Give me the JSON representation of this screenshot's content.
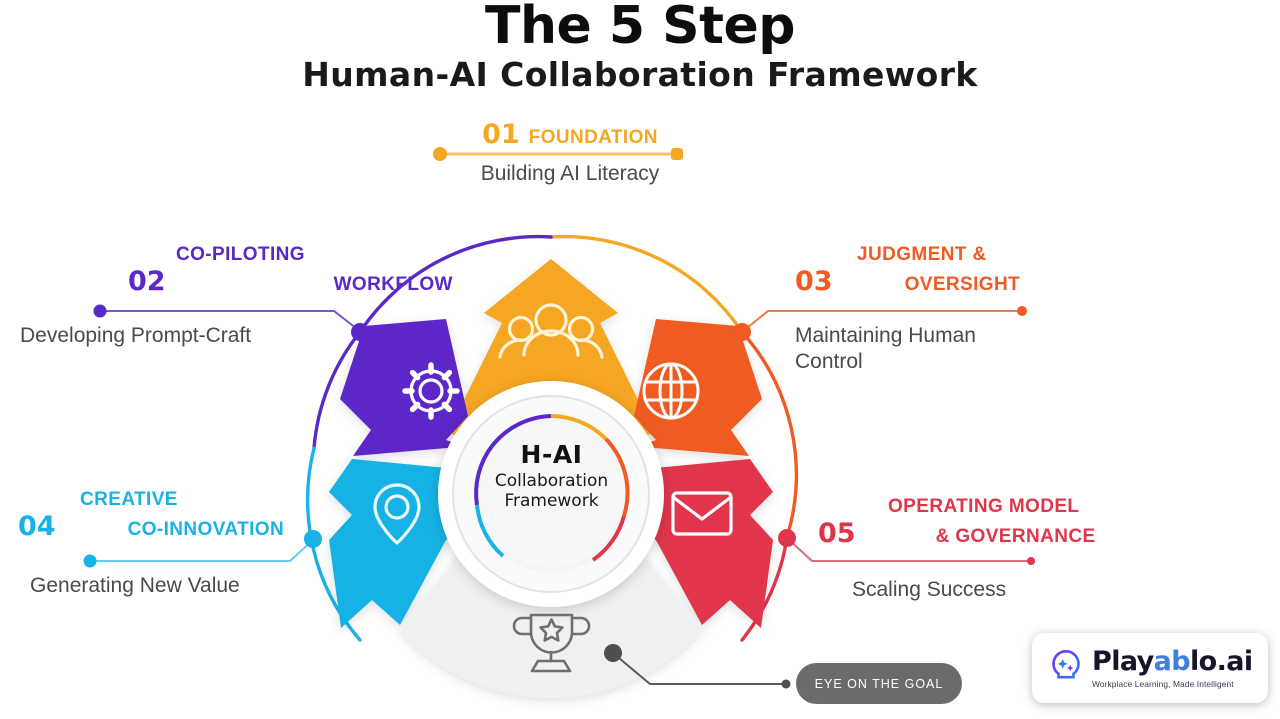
{
  "header": {
    "title": "The 5 Step",
    "subtitle": "Human-AI Collaboration Framework"
  },
  "hub": {
    "title": "H-AI",
    "line1": "Collaboration",
    "line2": "Framework"
  },
  "steps": [
    {
      "number": "01",
      "title": "FOUNDATION",
      "description": "Building AI Literacy",
      "color": "#F5A623",
      "icon": "people-group-icon"
    },
    {
      "number": "02",
      "title_line1": "CO-PILOTING",
      "title_line2": "WORKFLOW",
      "description": "Developing Prompt-Craft",
      "color": "#5B28C8",
      "icon": "gear-icon"
    },
    {
      "number": "03",
      "title_line1": "JUDGMENT &",
      "title_line2": "OVERSIGHT",
      "description": "Maintaining Human Control",
      "color": "#EF5B23",
      "icon": "globe-icon"
    },
    {
      "number": "04",
      "title_line1": "CREATIVE",
      "title_line2": "CO-INNOVATION",
      "description": "Generating New Value",
      "color": "#19B2E5",
      "icon": "location-pin-icon"
    },
    {
      "number": "05",
      "title_line1": "OPERATING MODEL",
      "title_line2": "& GOVERNANCE",
      "description": "Scaling Success",
      "color": "#E0364C",
      "icon": "envelope-icon"
    }
  ],
  "goal": {
    "label": "EYE ON THE GOAL",
    "icon": "trophy-icon",
    "color": "#6b6b6b"
  },
  "logo": {
    "name_part1": "Play",
    "name_ab": "ab",
    "name_part2": "lo.ai",
    "tagline": "Workplace Learning, Made Intelligent",
    "icon": "lightbulb-sparkle-icon"
  },
  "chart_data": {
    "type": "pie",
    "title": "The 5 Step Human-AI Collaboration Framework",
    "categories": [
      "FOUNDATION",
      "CO-PILOTING WORKFLOW",
      "JUDGMENT & OVERSIGHT",
      "CREATIVE CO-INNOVATION",
      "OPERATING MODEL & GOVERNANCE",
      "EYE ON THE GOAL"
    ],
    "values": [
      60,
      60,
      60,
      60,
      60,
      60
    ],
    "colors": [
      "#F5A623",
      "#5B28C8",
      "#EF5B23",
      "#19B2E5",
      "#E0364C",
      "#EFEFEF"
    ],
    "legend": "outside-callouts"
  }
}
